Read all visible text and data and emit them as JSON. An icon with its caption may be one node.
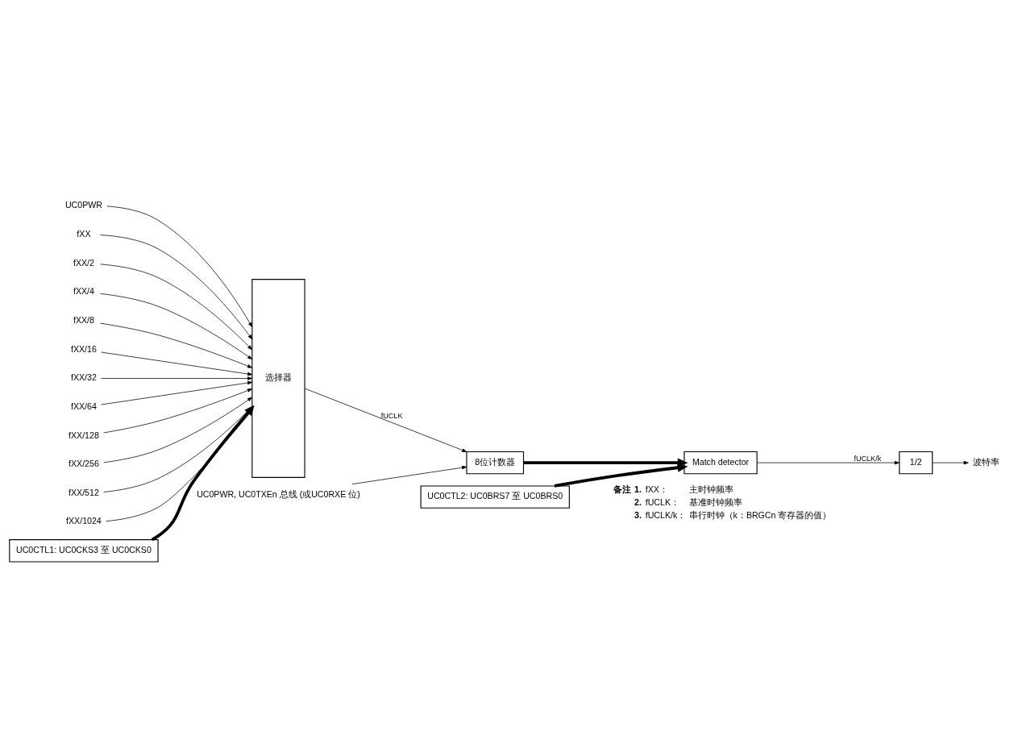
{
  "diagram": {
    "nodes": [
      {
        "text": [
          "UC0PWR"
        ]
      },
      {
        "text": [
          "fXX"
        ]
      },
      {
        "text": [
          "fXX/2"
        ]
      },
      {
        "text": [
          "fXX/4"
        ]
      },
      {
        "text": [
          "fXX/8"
        ]
      },
      {
        "text": [
          "fXX/16"
        ]
      },
      {
        "text": [
          "fXX/32"
        ]
      },
      {
        "text": [
          "fXX/64"
        ]
      },
      {
        "text": [
          "fXX/128"
        ]
      },
      {
        "text": [
          "fXX/256"
        ]
      },
      {
        "text": [
          "fXX/512"
        ]
      },
      {
        "text": [
          "fXX/1024"
        ]
      },
      {
        "text": [
          "选择器"
        ]
      },
      {
        "text": [
          "UC0PWR, UC0TXEn 总线 (或UC0RXE 位)"
        ]
      },
      {
        "text": [
          "8位计数器"
        ]
      },
      {
        "text": [
          "Match detector"
        ]
      },
      {
        "text": [
          "1/2"
        ]
      },
      {
        "text": [
          "波特率"
        ]
      },
      {
        "text": [
          "UC0CTL1: UC0CKS3 至 UC0CKS0"
        ]
      },
      {
        "text": [
          "UC0CTL2: UC0BRS7 至 UC0BRS0"
        ]
      }
    ],
    "edges": [
      {
        "from": 0,
        "to": 12,
        "arrow": "to"
      },
      {
        "from": 1,
        "to": 12,
        "arrow": "to"
      },
      {
        "from": 2,
        "to": 12,
        "arrow": "to"
      },
      {
        "from": 3,
        "to": 12,
        "arrow": "to"
      },
      {
        "from": 4,
        "to": 12,
        "arrow": "to"
      },
      {
        "from": 5,
        "to": 12,
        "arrow": "to"
      },
      {
        "from": 6,
        "to": 12,
        "arrow": "to"
      },
      {
        "from": 7,
        "to": 12,
        "arrow": "to"
      },
      {
        "from": 8,
        "to": 12,
        "arrow": "to"
      },
      {
        "from": 9,
        "to": 12,
        "arrow": "to"
      },
      {
        "from": 10,
        "to": 12,
        "arrow": "to"
      },
      {
        "from": 11,
        "to": 12,
        "arrow": "to"
      },
      {
        "from": 12,
        "to": 14,
        "arrow": "to",
        "label": "fUCLK"
      },
      {
        "from": 13,
        "to": 14,
        "arrow": "to"
      },
      {
        "from": 14,
        "to": 15,
        "arrow": "to",
        "style": "thick"
      },
      {
        "from": 18,
        "to": 12,
        "arrow": "to",
        "style": "thick"
      },
      {
        "from": 19,
        "to": 15,
        "arrow": "to",
        "style": "thick"
      },
      {
        "from": 15,
        "to": 16,
        "arrow": "to",
        "label": "fUCLK/k"
      },
      {
        "from": 16,
        "to": 17,
        "arrow": "to"
      }
    ],
    "labels": [
      "备注",
      "1.",
      "fXX：",
      "主时钟频率",
      "2.",
      "fUCLK：",
      "基准时钟频率",
      "3.",
      "fUCLK/k：",
      "串行时钟（k：BRGCn 寄存器的值）"
    ]
  }
}
